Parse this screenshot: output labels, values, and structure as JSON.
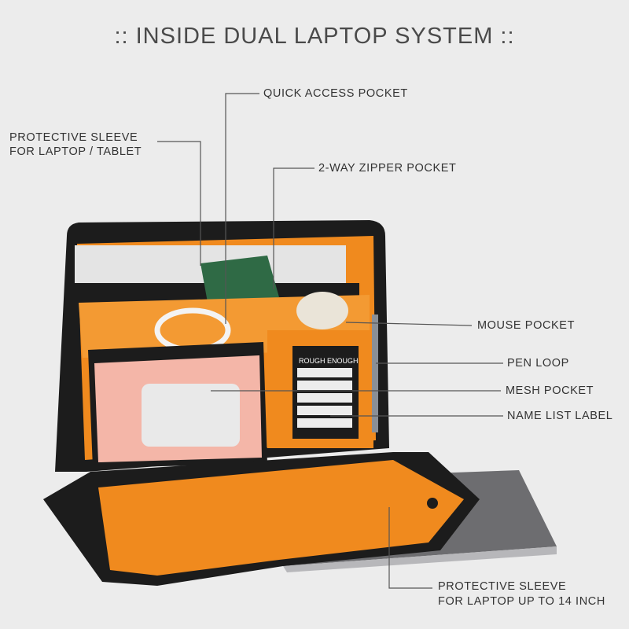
{
  "title": ":: INSIDE DUAL LAPTOP SYSTEM ::",
  "callouts": {
    "quick_access": "QUICK ACCESS POCKET",
    "sleeve_tablet_1": "PROTECTIVE SLEEVE",
    "sleeve_tablet_2": "FOR LAPTOP / TABLET",
    "zipper": "2-WAY ZIPPER POCKET",
    "mouse": "MOUSE POCKET",
    "pen": "PEN LOOP",
    "mesh": "MESH POCKET",
    "name_label": "NAME LIST LABEL",
    "sleeve_14_1": "PROTECTIVE SLEEVE",
    "sleeve_14_2": "FOR LAPTOP UP TO 14 INCH"
  },
  "brand_label": "ROUGH ENOUGH",
  "colors": {
    "lining": "#f08a1e",
    "shell": "#1c1c1c",
    "background": "#ececec",
    "line": "#555555"
  }
}
